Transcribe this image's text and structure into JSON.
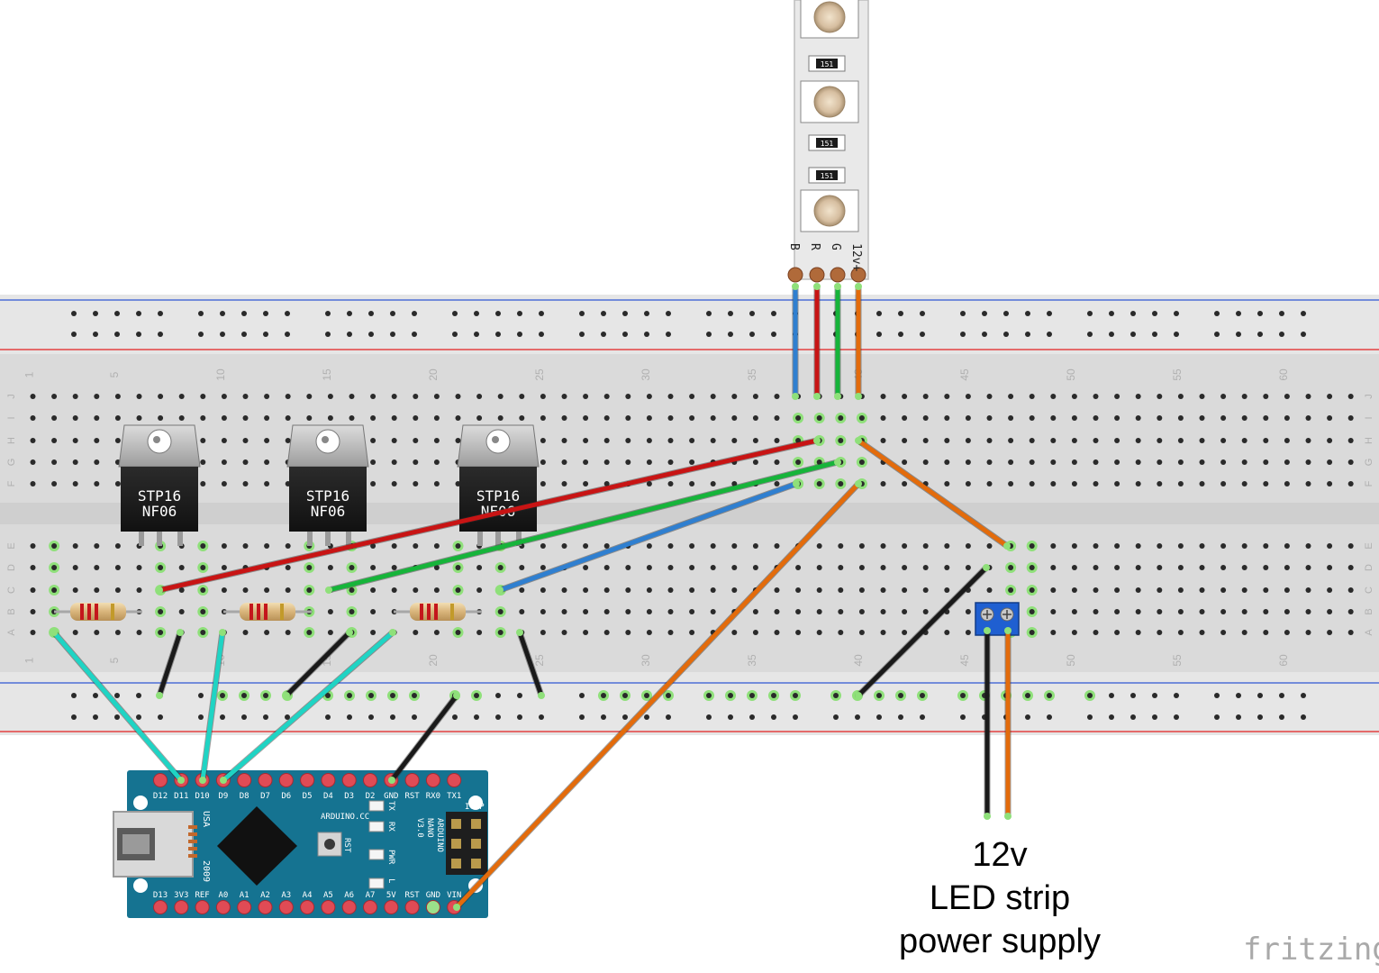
{
  "breadboard": {
    "column_numbers": [
      "1",
      "5",
      "10",
      "15",
      "20",
      "25",
      "30",
      "35",
      "40",
      "45",
      "50",
      "55",
      "60"
    ],
    "top_row_letters": [
      "J",
      "I",
      "H",
      "G",
      "F"
    ],
    "bottom_row_letters": [
      "E",
      "D",
      "C",
      "B",
      "A"
    ]
  },
  "led_strip": {
    "pin_labels": [
      "B",
      "R",
      "G",
      "12v+"
    ],
    "resistor_marking": "151",
    "colors": {
      "blue": "#2f7fd0",
      "red": "#c81414",
      "green": "#16b43a",
      "orange": "#e36b0b"
    }
  },
  "mosfets": [
    {
      "line1": "STP16",
      "line2": "NF06"
    },
    {
      "line1": "STP16",
      "line2": "NF06"
    },
    {
      "line1": "STP16",
      "line2": "NF06"
    }
  ],
  "arduino": {
    "top_pins": [
      "D12",
      "D11",
      "D10",
      "D9",
      "D8",
      "D7",
      "D6",
      "D5",
      "D4",
      "D3",
      "D2",
      "GND",
      "RST",
      "RX0",
      "TX1"
    ],
    "bottom_pins": [
      "D13",
      "3V3",
      "REF",
      "A0",
      "A1",
      "A2",
      "A3",
      "A4",
      "A5",
      "A6",
      "A7",
      "5V",
      "RST",
      "GND",
      "VIN"
    ],
    "board_text": {
      "usa": "USA",
      "year": "2009",
      "site": "ARDUINO.CC",
      "rst_button": "RST",
      "name": [
        "ARDUINO",
        "NANO",
        "V3.0"
      ],
      "icsp": "ICSP",
      "leds": [
        "TX",
        "RX",
        "PWR",
        "L"
      ]
    }
  },
  "caption": {
    "line1": "12v",
    "line2": "LED strip",
    "line3": "power supply"
  },
  "brand": "fritzing"
}
